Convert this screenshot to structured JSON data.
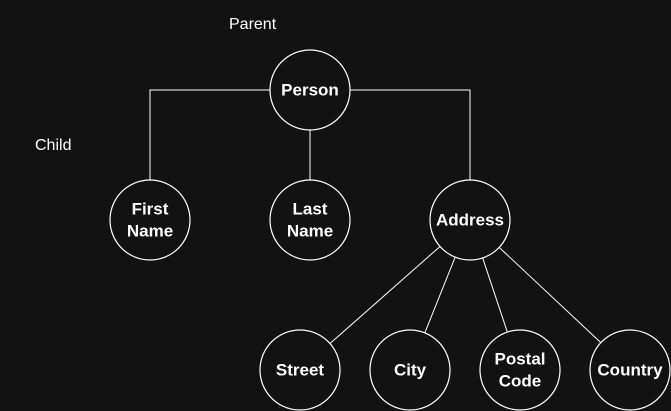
{
  "labels": {
    "parent": "Parent",
    "child": "Child"
  },
  "nodes": {
    "person": [
      "Person"
    ],
    "first_name": [
      "First",
      "Name"
    ],
    "last_name": [
      "Last",
      "Name"
    ],
    "address": [
      "Address"
    ],
    "street": [
      "Street"
    ],
    "city": [
      "City"
    ],
    "postal_code": [
      "Postal",
      "Code"
    ],
    "country": [
      "Country"
    ]
  },
  "edges": [
    [
      "person",
      "first_name"
    ],
    [
      "person",
      "last_name"
    ],
    [
      "person",
      "address"
    ],
    [
      "address",
      "street"
    ],
    [
      "address",
      "city"
    ],
    [
      "address",
      "postal_code"
    ],
    [
      "address",
      "country"
    ]
  ],
  "colors": {
    "background": "#121212",
    "stroke": "#ffffff",
    "text": "#ffffff"
  }
}
